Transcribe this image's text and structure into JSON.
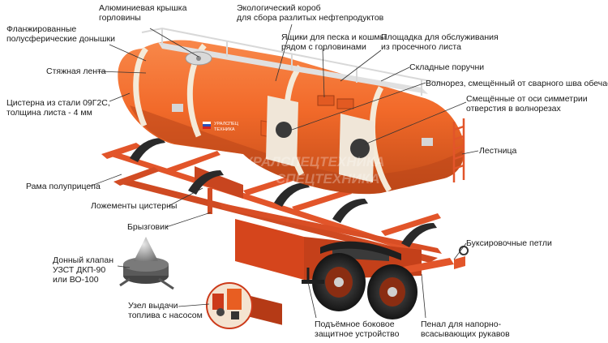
{
  "labels": {
    "flanged_heads": [
      "Фланжированные",
      "полусферические донышки"
    ],
    "aluminum_lid": [
      "Алюминиевая крышка",
      "горловины"
    ],
    "eco_box": [
      "Экологический короб",
      "для сбора разлитых нефтепродуктов"
    ],
    "sand_boxes": [
      "Ящики для песка и кошмы",
      "рядом с горловинами"
    ],
    "platform": [
      "Площадка для обслуживания",
      "из просечного листа"
    ],
    "strap": [
      "Стяжная лента"
    ],
    "folding_rails": [
      "Складные поручни"
    ],
    "breakwater_offset": [
      "Волнорез, смещённый от сварного шва обечаек"
    ],
    "tank_steel": [
      "Цистерна из стали 09Г2С,",
      "толщина листа - 4 мм"
    ],
    "offset_holes": [
      "Смещённые от оси симметрии",
      "отверстия в волнорезах"
    ],
    "ladder": [
      "Лестница"
    ],
    "frame": [
      "Рама полуприцепа"
    ],
    "cradles": [
      "Ложементы цистерны"
    ],
    "mudguard": [
      "Брызговик"
    ],
    "towing_loops": [
      "Буксировочные петли"
    ],
    "bottom_valve": [
      "Донный клапан",
      "УЗСТ ДКП-90",
      "или ВО-100"
    ],
    "fuel_unit": [
      "Узел выдачи",
      "топлива с насосом"
    ],
    "side_guard": [
      "Подъёмное боковое",
      "защитное устройство"
    ],
    "hose_case": [
      "Пенал для напорно-",
      "всасывающих рукавов"
    ]
  },
  "tank_logo": [
    "УРАЛСПЕЦ",
    "ТЕХНИКА"
  ],
  "watermark": [
    "УРАЛСПЕЦТЕХНИКА",
    "СПЕЦТЕХНИКА"
  ],
  "colors": {
    "tank_orange": "#f26a2a",
    "tank_shadow": "#c8501a",
    "frame_orange": "#e2552a",
    "black": "#2a2a2a",
    "band": "#f4ead8",
    "leader": "#333333"
  }
}
